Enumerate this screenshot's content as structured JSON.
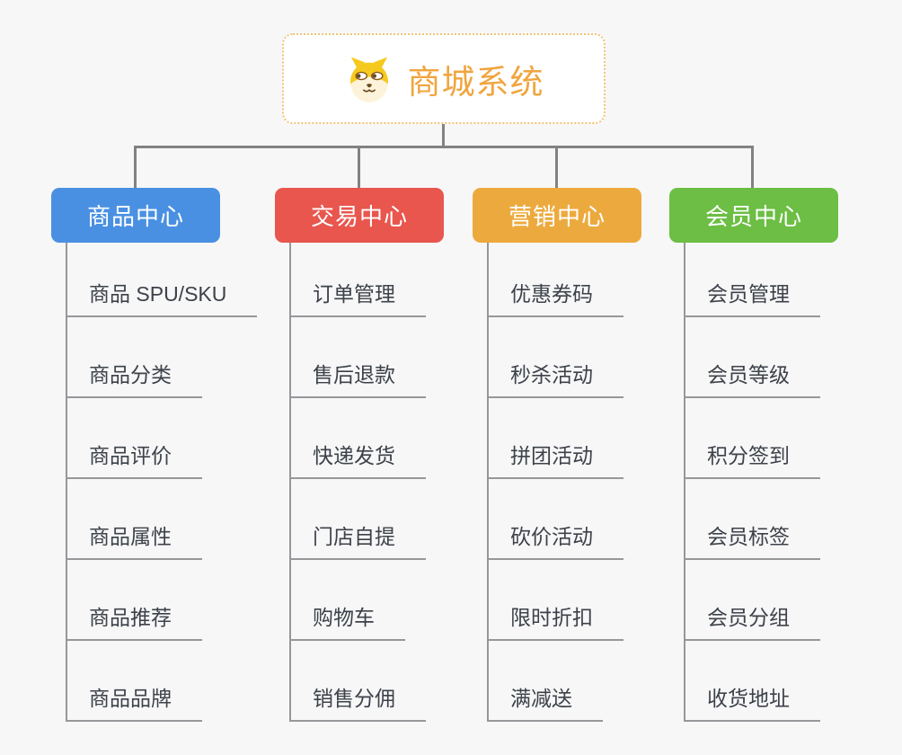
{
  "root": {
    "title": "商城系统",
    "icon": "shiba-dog-icon"
  },
  "branches": [
    {
      "id": "products",
      "label": "商品中心",
      "color": "#4a90e2",
      "children": [
        "商品 SPU/SKU",
        "商品分类",
        "商品评价",
        "商品属性",
        "商品推荐",
        "商品品牌"
      ]
    },
    {
      "id": "trade",
      "label": "交易中心",
      "color": "#e8564e",
      "children": [
        "订单管理",
        "售后退款",
        "快递发货",
        "门店自提",
        "购物车",
        "销售分佣"
      ]
    },
    {
      "id": "marketing",
      "label": "营销中心",
      "color": "#ecaa3e",
      "children": [
        "优惠券码",
        "秒杀活动",
        "拼团活动",
        "砍价活动",
        "限时折扣",
        "满减送"
      ]
    },
    {
      "id": "members",
      "label": "会员中心",
      "color": "#6cbe44",
      "children": [
        "会员管理",
        "会员等级",
        "积分签到",
        "会员标签",
        "会员分组",
        "收货地址"
      ]
    }
  ],
  "colors": {
    "background": "#f7f7f7",
    "connector_line": "#828282",
    "leaf_line": "#97979b",
    "leaf_text": "#3d424a",
    "root_text": "#f0a53f",
    "root_border": "#f2c377"
  }
}
